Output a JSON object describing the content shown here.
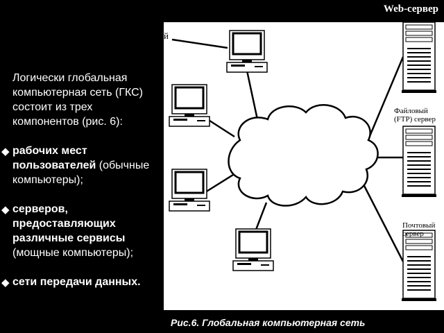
{
  "header": {
    "web_server_label": "Web-сервер"
  },
  "intro": "Логически глобальная компьютерная сеть (ГКС) состоит из трех компонентов (рис. 6):",
  "components": [
    {
      "title": "рабочих мест пользователей",
      "note": "(обычные компьютеры);"
    },
    {
      "title": "серверов, предоставляющих различные сервисы",
      "note": "(мощные компьютеры);"
    },
    {
      "title": "сети передачи данных.",
      "note": ""
    }
  ],
  "diagram": {
    "caption": "Рис.6. Глобальная компьютерная сеть",
    "servers": [
      {
        "line1": "Файловый",
        "line2": "(FTP) сервер"
      },
      {
        "line1": "Почтовый",
        "line2": "сервер"
      }
    ],
    "stray_label": "й"
  }
}
